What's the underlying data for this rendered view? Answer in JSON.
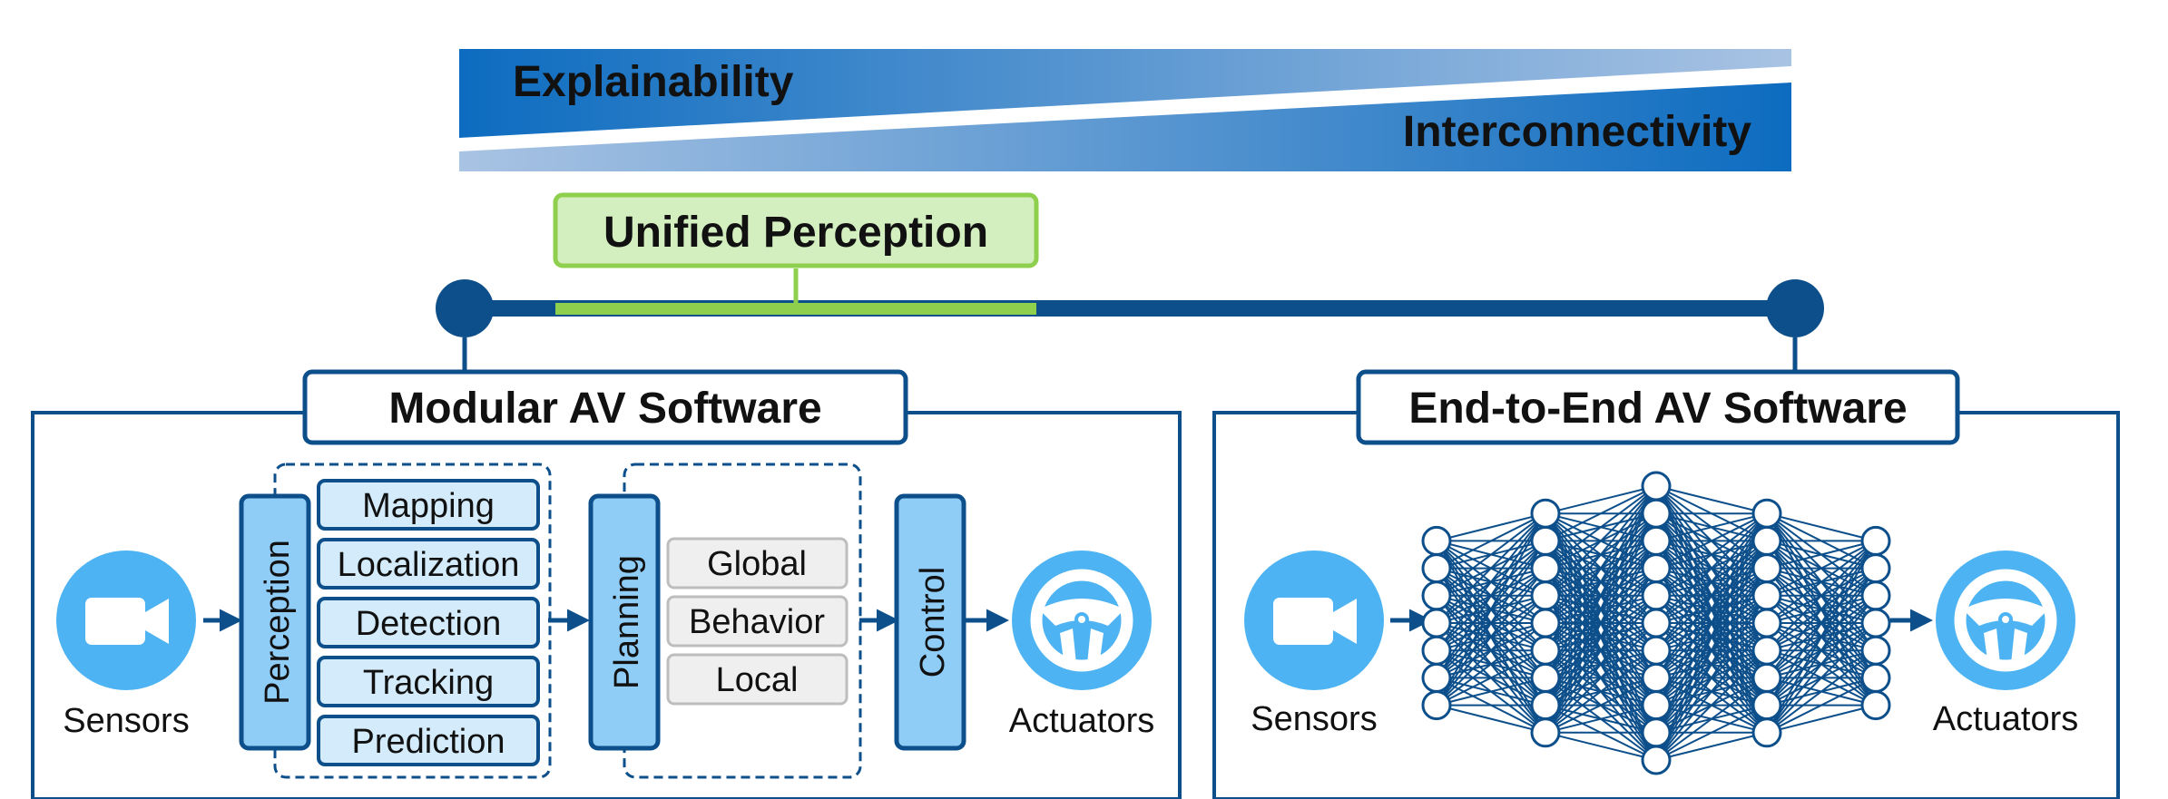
{
  "top_bar": {
    "explainability_label": "Explainability",
    "interconnectivity_label": "Interconnectivity"
  },
  "unified_label": "Unified Perception",
  "modular": {
    "title": "Modular AV Software",
    "sensors_label": "Sensors",
    "actuators_label": "Actuators",
    "perception_label": "Perception",
    "perception_items": [
      "Mapping",
      "Localization",
      "Detection",
      "Tracking",
      "Prediction"
    ],
    "planning_label": "Planning",
    "planning_items": [
      "Global",
      "Behavior",
      "Local"
    ],
    "control_label": "Control"
  },
  "end_to_end": {
    "title": "End-to-End AV Software",
    "sensors_label": "Sensors",
    "actuators_label": "Actuators"
  },
  "colors": {
    "dark_blue": "#0d4f8b",
    "mid_blue": "#1f77c9",
    "light_blue_circle": "#4db3f2",
    "module_fill": "#8fcdf7",
    "item_fill": "#d3ebfb",
    "grey_fill": "#efefef",
    "green_fill": "#d4efbf",
    "green_stroke": "#8fcf4e"
  }
}
